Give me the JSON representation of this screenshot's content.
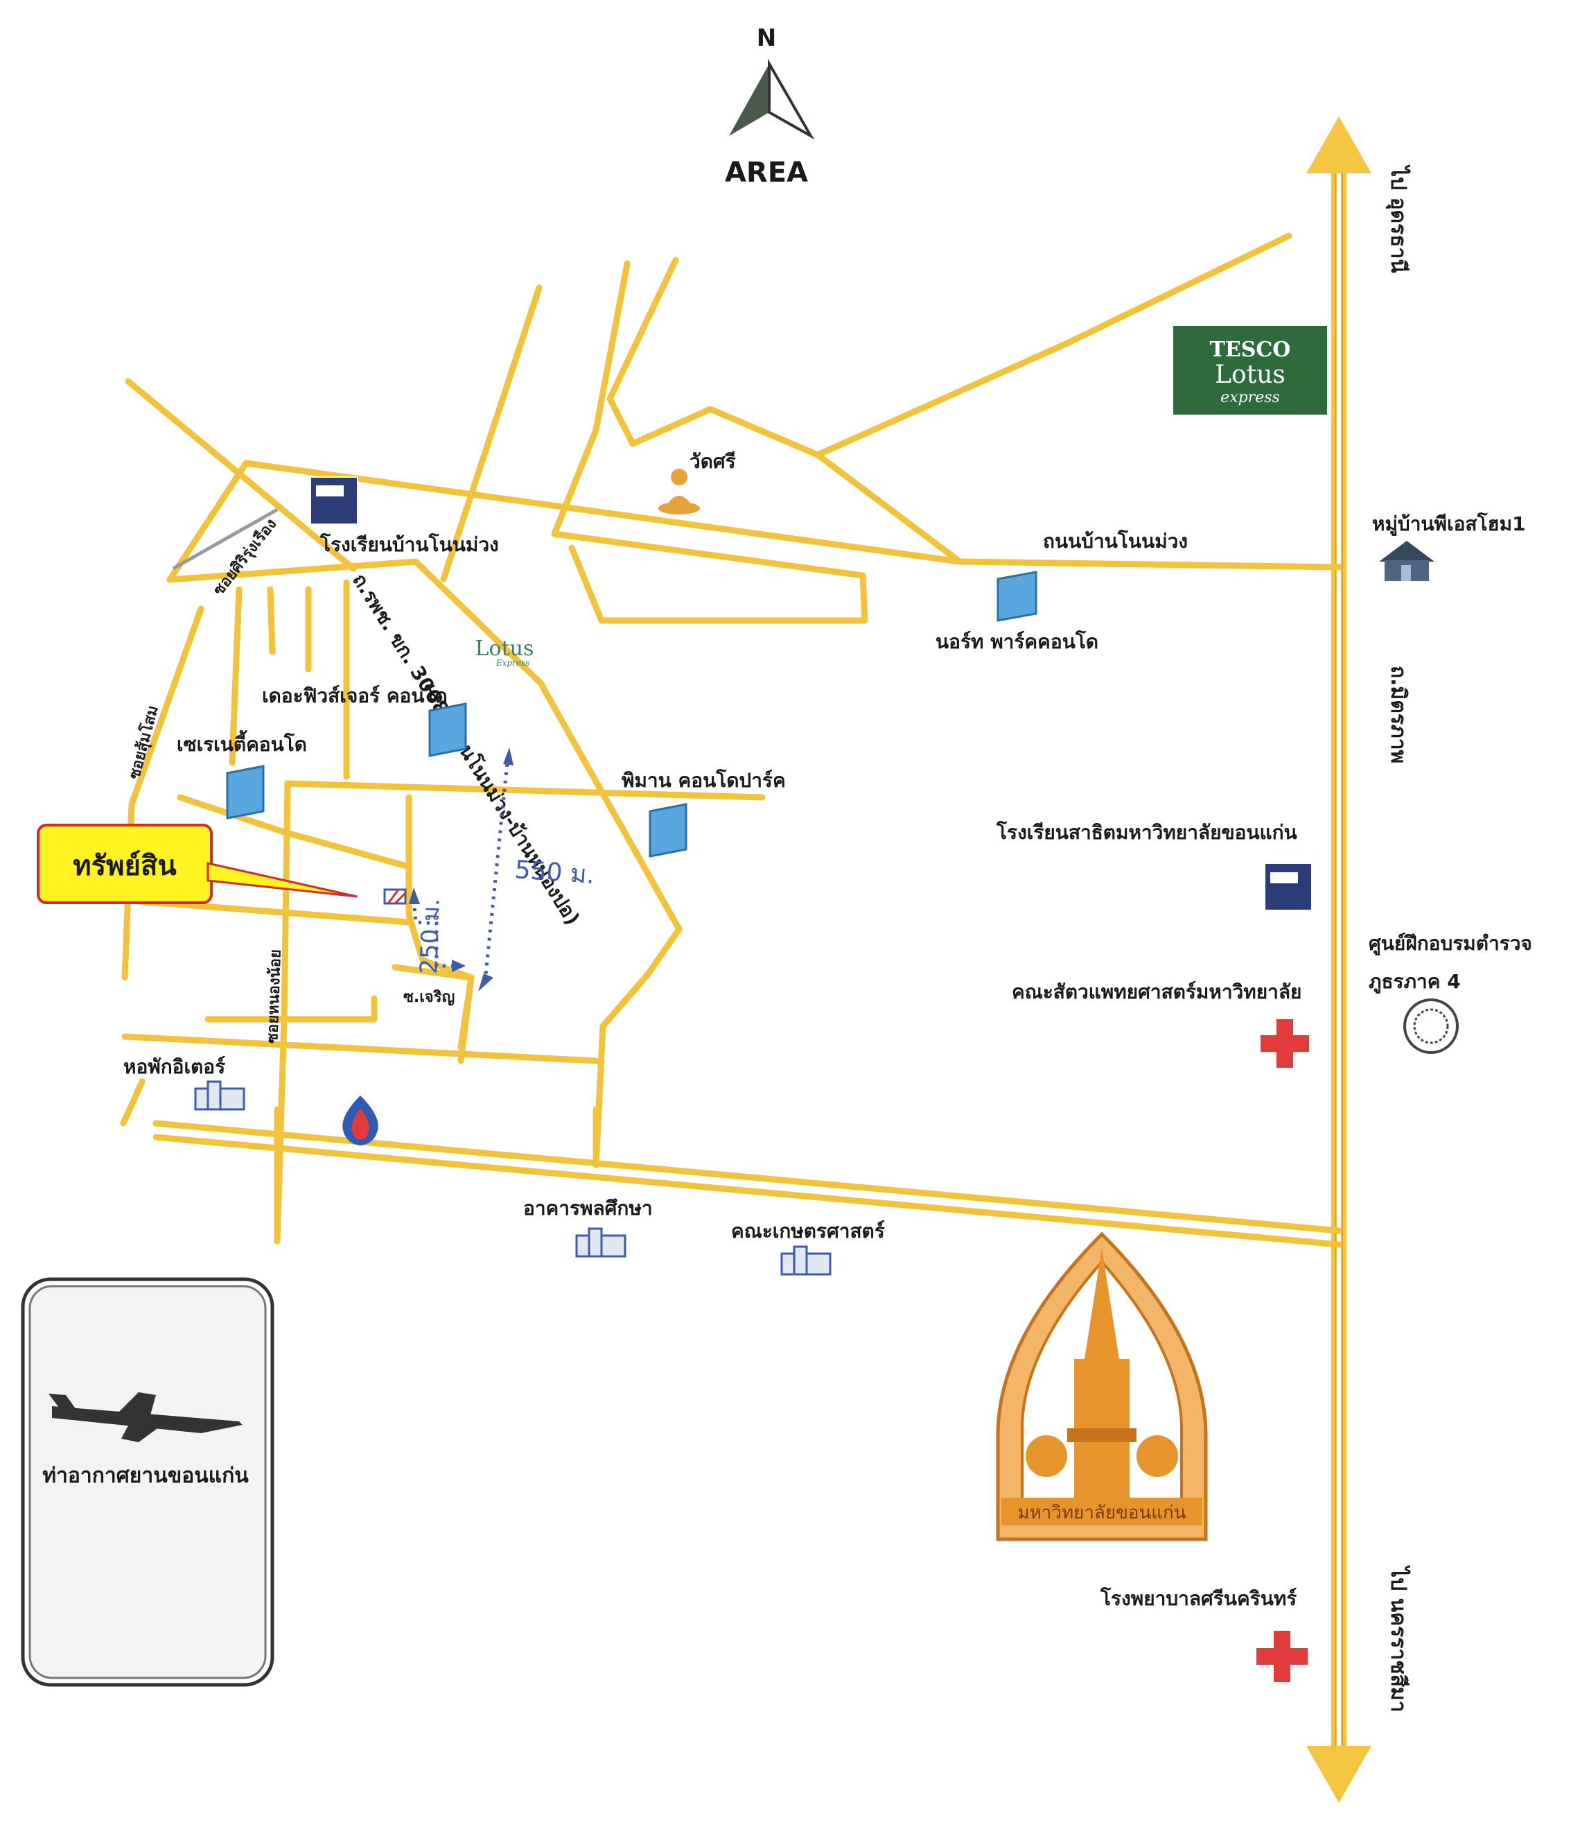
{
  "compass": {
    "north": "N",
    "caption": "AREA"
  },
  "highways": {
    "to_udon": "ไป อุดรธานี",
    "mittraphap": "ถ.มิตรภาพ",
    "to_ratchasima": "ไป นครราชสีมา"
  },
  "roads": {
    "ban_non_muang": "ถนนบ้านโนนม่วง",
    "soi_siri_rung_rueang": "ซอยศิริรุ่งเรือง",
    "soi_sum_som": "ซอยสุ้มโสม",
    "soi_nong_noi": "ซอยหนองน้อย",
    "soi_charoen": "ซ.เจริญ",
    "route_3068": "ถ.รพช. ขก. 3068 (บ้านโนนม่วง-บ้านหนองปอ)"
  },
  "distances": {
    "d550": "550 ม.",
    "d250": "250 ม."
  },
  "property": {
    "label": "ทรัพย์สิน"
  },
  "places": {
    "tesco_1": "TESCO",
    "tesco_2": "Lotus",
    "tesco_3": "express",
    "lotus_small_1": "Lotus",
    "lotus_small_2": "Express",
    "wat_sri": "วัดศรี",
    "school_non_muang": "โรงเรียนบ้านโนนม่วง",
    "pees_home": "หมู่บ้านพีเอสโฮม1",
    "north_park": "นอร์ท พาร์คคอนโด",
    "the_future": "เดอะฟิวส์เจอร์ คอนโด",
    "serene": "เซเรเนตี้คอนโด",
    "piman": "พิมาน คอนโดปาร์ค",
    "satit": "โรงเรียนสาธิตมหาวิทยาลัยขอนแก่น",
    "police_1": "ศูนย์ฝึกอบรมตำรวจ",
    "police_2": "ภูธรภาค 4",
    "vet": "คณะสัตวแพทยศาสตร์มหาวิทยาลัย",
    "dorm_itor": "หอพักอิเตอร์",
    "gym": "อาคารพลศึกษา",
    "agri": "คณะเกษตรศาสตร์",
    "kku_seal": "มหาวิทยาลัยขอนแก่น",
    "srinagarind": "โรงพยาบาลศรีนครินทร์",
    "airport": "ท่าอากาศยานขอนแก่น"
  },
  "colors": {
    "road": "#f2c23a",
    "tesco_green": "#2f6b3a",
    "property_box": "#fff41f",
    "property_border": "#d42a2a",
    "hospital_red": "#e23b3b",
    "route_blue": "#3d5ba8",
    "kku_orange": "#e8942c"
  }
}
